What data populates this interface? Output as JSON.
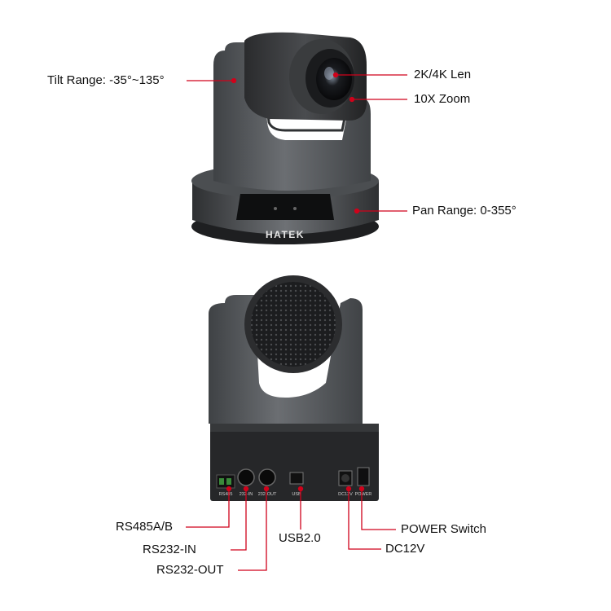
{
  "brand": "HATEK",
  "labels": {
    "tilt_range": "Tilt Range: -35°~135°",
    "lens": "2K/4K Len",
    "zoom": "10X Zoom",
    "pan_range": "Pan Range: 0-355°",
    "rs485": "RS485A/B",
    "rs232_in": "RS232-IN",
    "rs232_out": "RS232-OUT",
    "usb": "USB2.0",
    "power_switch": "POWER Switch",
    "dc12v": "DC12V"
  },
  "port_labels": {
    "rs485": "RS485",
    "rs232_in": "232-IN",
    "rs232_out": "232-OUT",
    "usb": "USB",
    "dc": "DC12V",
    "power": "POWER"
  },
  "colors": {
    "leader_line": "#d0021b",
    "camera_body": "#55585c",
    "camera_dark": "#2b2c2e",
    "text": "#111111"
  }
}
